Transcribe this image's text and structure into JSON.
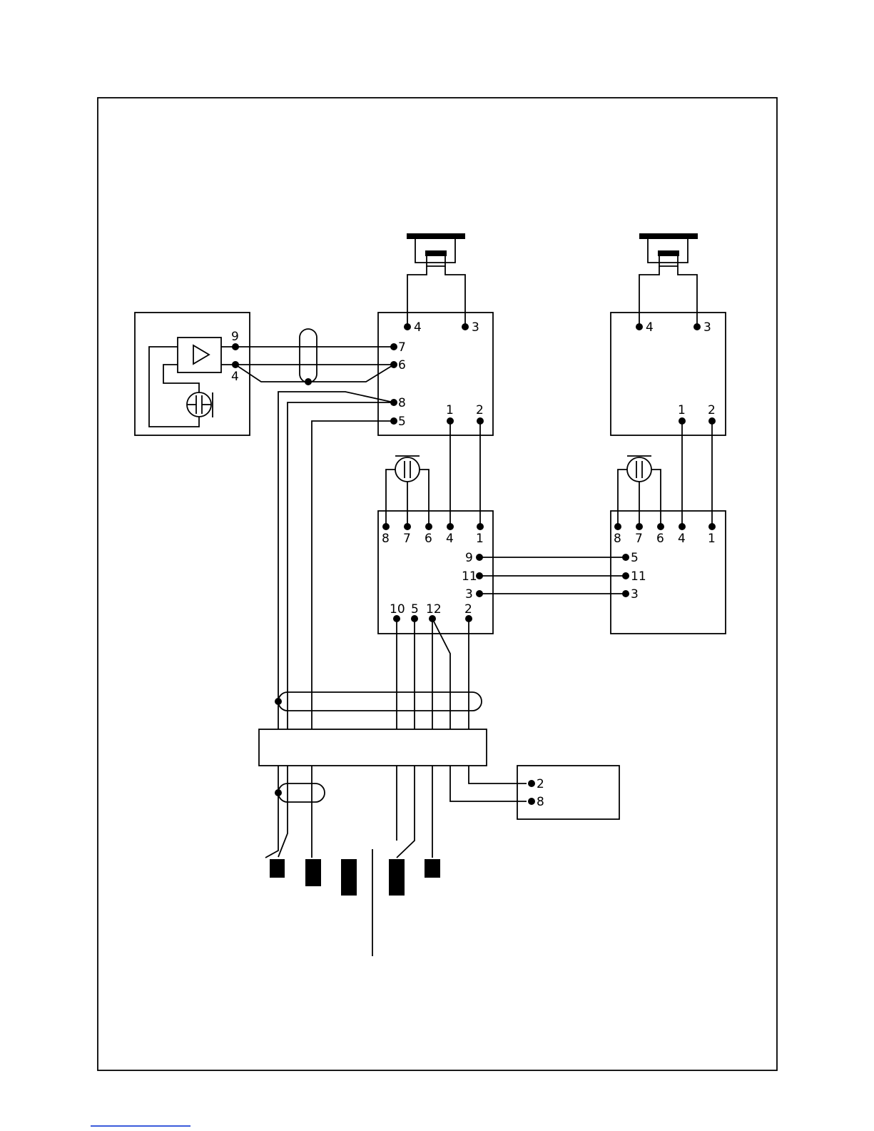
{
  "diagram": {
    "amplifier_module": {
      "pins": [
        "9",
        "4"
      ]
    },
    "base_unit_1": {
      "pins": [
        "4",
        "3",
        "7",
        "6",
        "8",
        "5",
        "1",
        "2"
      ]
    },
    "base_unit_2": {
      "pins": [
        "4",
        "3",
        "1",
        "2"
      ]
    },
    "circuit_board_1": {
      "top_pins": [
        "8",
        "7",
        "6",
        "4",
        "1"
      ],
      "right_pins": [
        "9",
        "11",
        "3"
      ],
      "bottom_pins": [
        "10",
        "5",
        "12",
        "2"
      ]
    },
    "circuit_board_2": {
      "top_pins": [
        "8",
        "7",
        "6",
        "4",
        "1"
      ],
      "left_pins": [
        "5",
        "11",
        "3"
      ]
    },
    "small_module": {
      "pins": [
        "2",
        "8"
      ]
    }
  }
}
